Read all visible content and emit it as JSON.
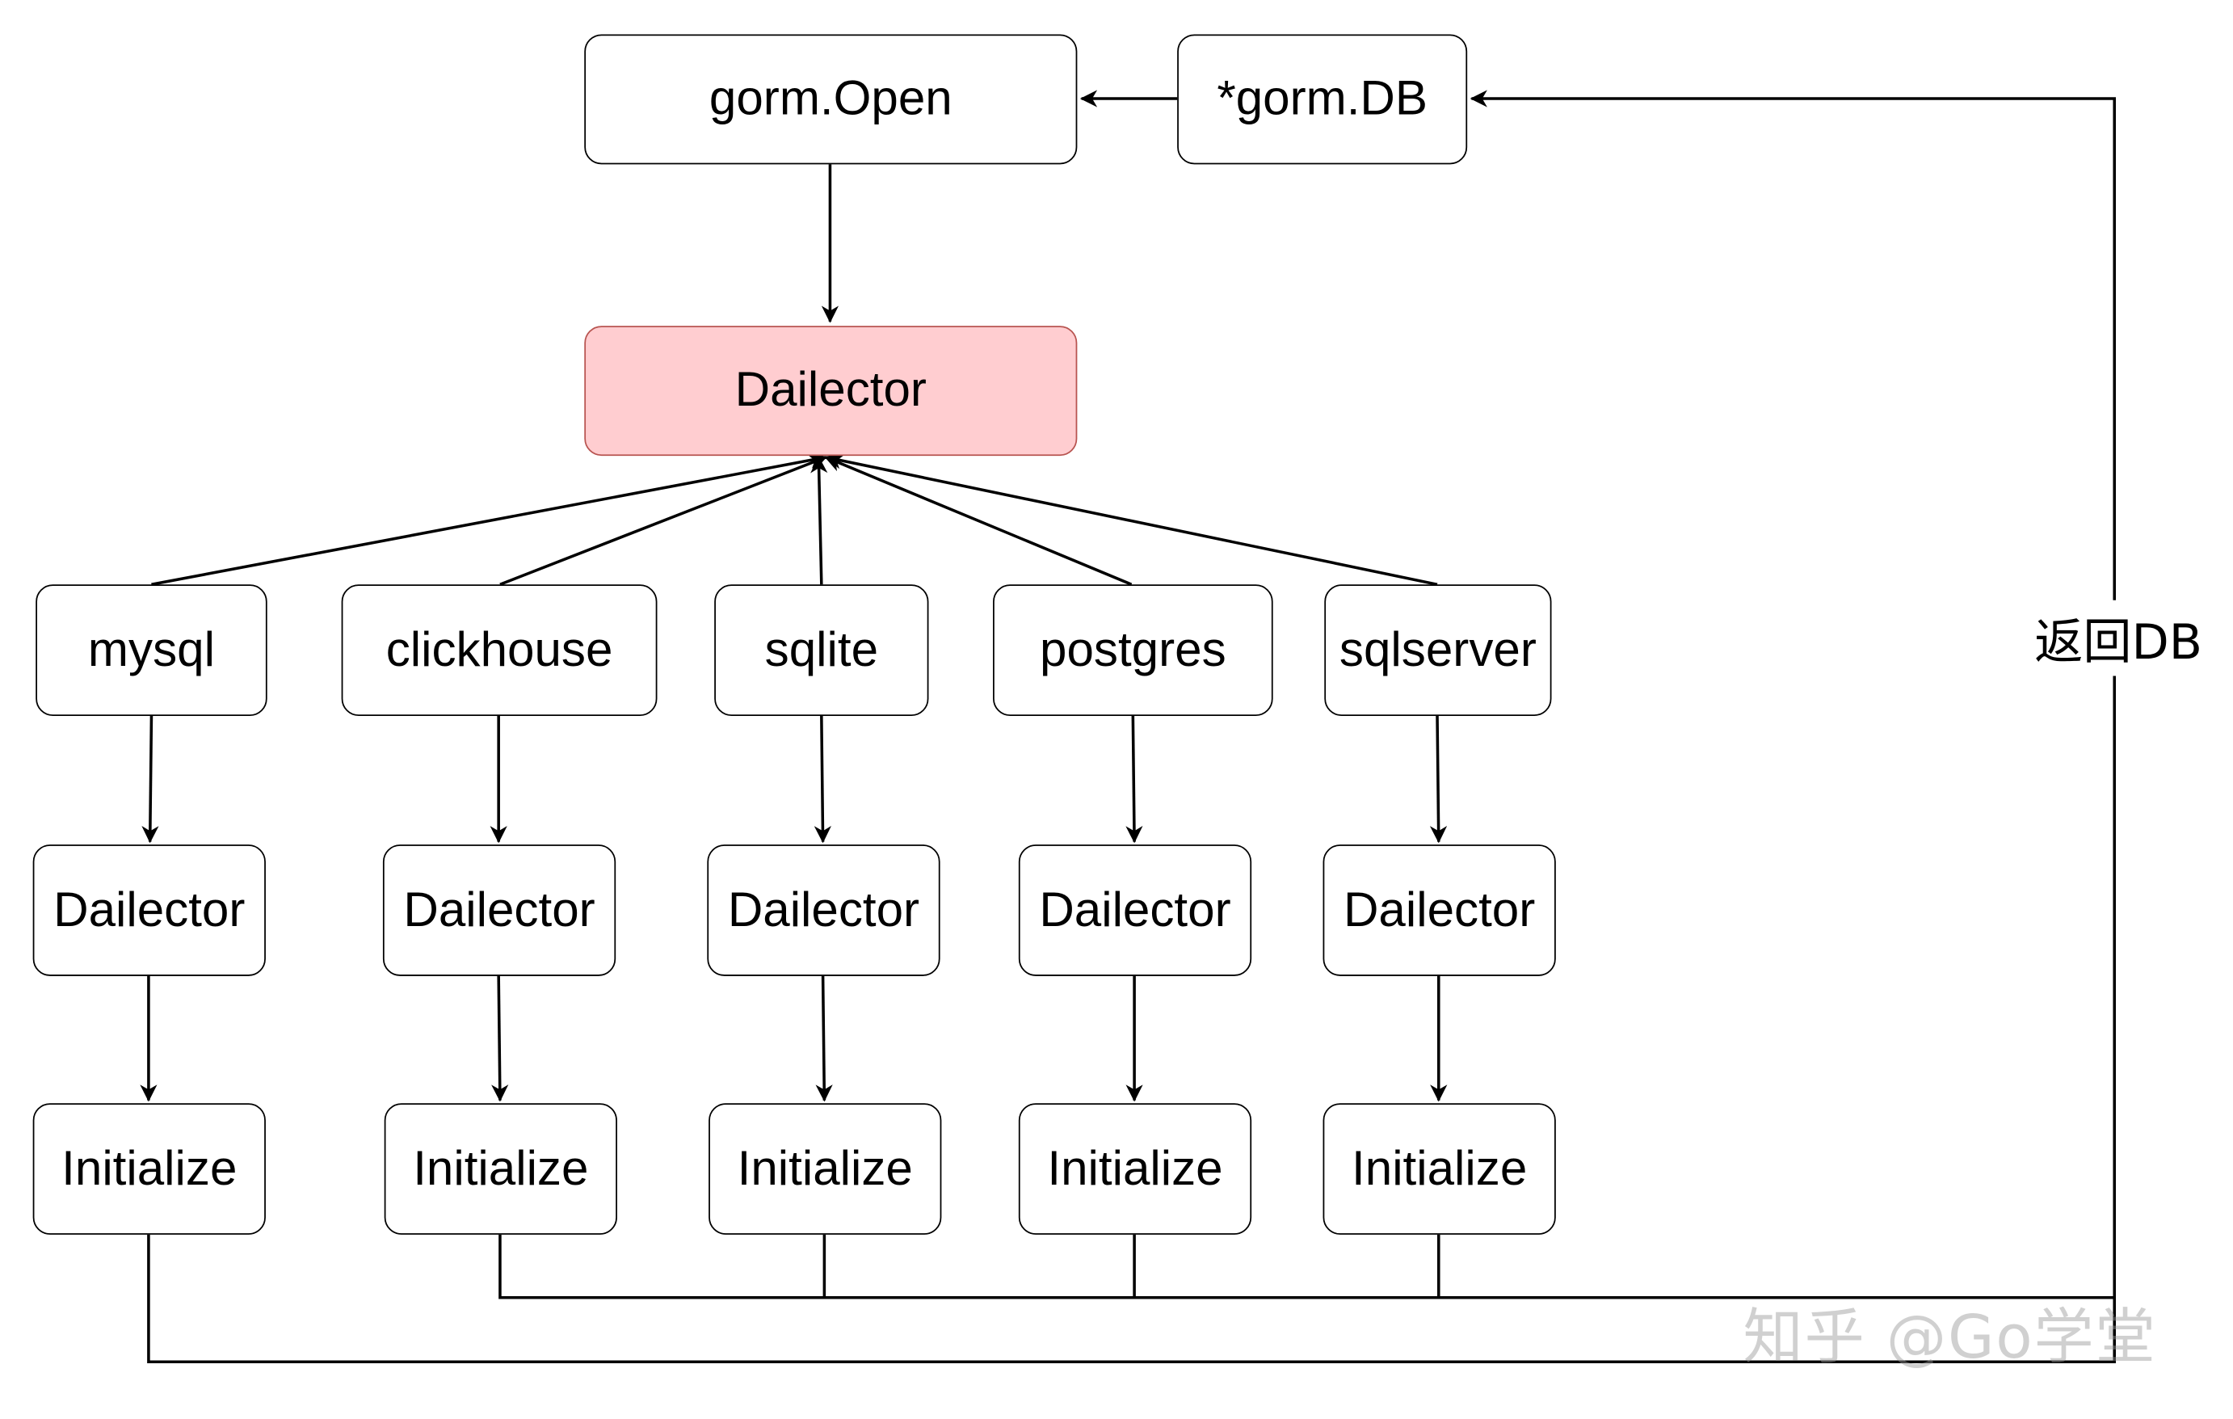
{
  "nodes": {
    "gorm_open": "gorm.Open",
    "gorm_db": "*gorm.DB",
    "dialector_main": "Dailector",
    "drivers": [
      "mysql",
      "clickhouse",
      "sqlite",
      "postgres",
      "sqlserver"
    ],
    "dialector_label": "Dailector",
    "initialize_label": "Initialize"
  },
  "edge_label": "返回DB",
  "watermark": "知乎 @Go学堂",
  "colors": {
    "highlight_fill": "#ffcdd0",
    "highlight_stroke": "#b85450",
    "line": "#000000"
  }
}
